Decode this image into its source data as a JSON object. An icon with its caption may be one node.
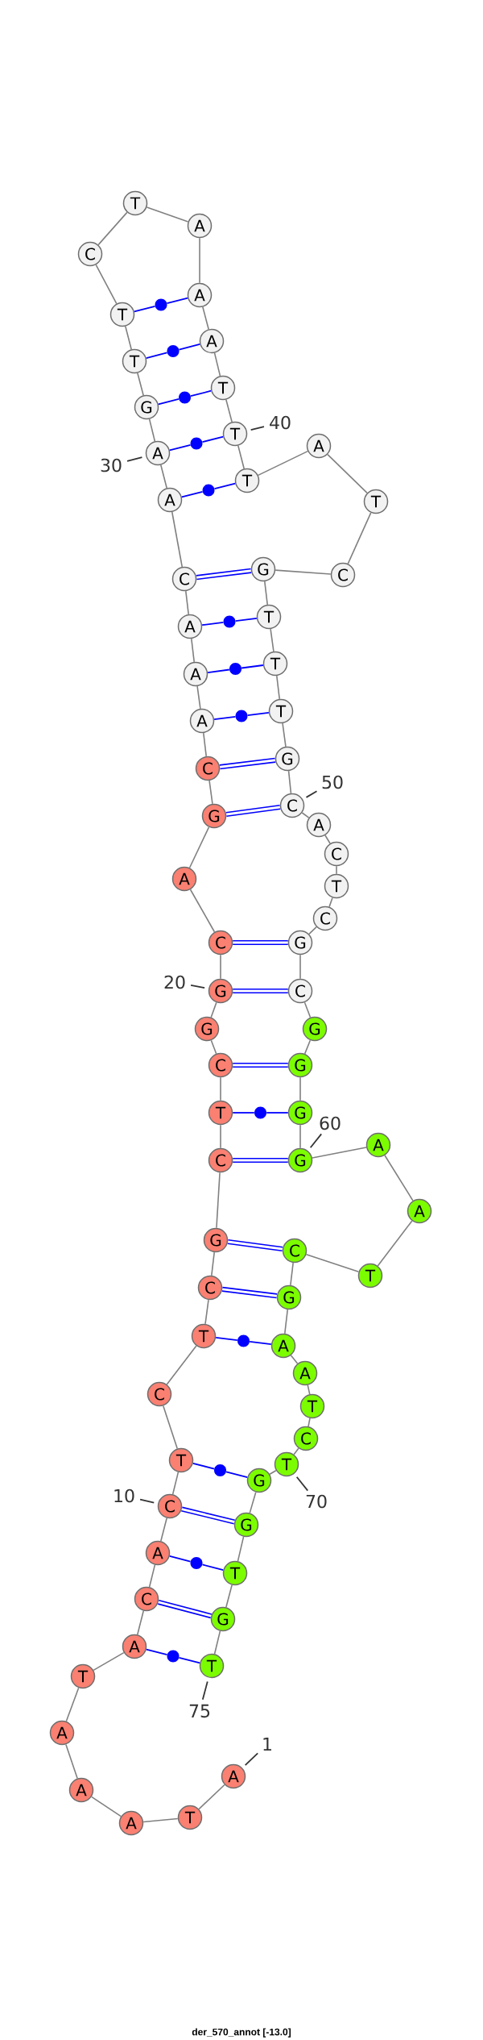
{
  "diagram": {
    "caption": "der_570_annot [-13.0]",
    "nodes": [
      {
        "text": [
          "A"
        ]
      },
      {
        "text": [
          "T"
        ]
      },
      {
        "text": [
          "A"
        ]
      },
      {
        "text": [
          "A"
        ]
      },
      {
        "text": [
          "A"
        ]
      },
      {
        "text": [
          "T"
        ]
      },
      {
        "text": [
          "A"
        ]
      },
      {
        "text": [
          "C"
        ]
      },
      {
        "text": [
          "A"
        ]
      },
      {
        "text": [
          "C"
        ]
      },
      {
        "text": [
          "T"
        ]
      },
      {
        "text": [
          "C"
        ]
      },
      {
        "text": [
          "T"
        ]
      },
      {
        "text": [
          "C"
        ]
      },
      {
        "text": [
          "G"
        ]
      },
      {
        "text": [
          "C"
        ]
      },
      {
        "text": [
          "T"
        ]
      },
      {
        "text": [
          "C"
        ]
      },
      {
        "text": [
          "G"
        ]
      },
      {
        "text": [
          "G"
        ]
      },
      {
        "text": [
          "C"
        ]
      },
      {
        "text": [
          "A"
        ]
      },
      {
        "text": [
          "G"
        ]
      },
      {
        "text": [
          "C"
        ]
      },
      {
        "text": [
          "A"
        ]
      },
      {
        "text": [
          "A"
        ]
      },
      {
        "text": [
          "A"
        ]
      },
      {
        "text": [
          "C"
        ]
      },
      {
        "text": [
          "A"
        ]
      },
      {
        "text": [
          "A"
        ]
      },
      {
        "text": [
          "G"
        ]
      },
      {
        "text": [
          "T"
        ]
      },
      {
        "text": [
          "T"
        ]
      },
      {
        "text": [
          "C"
        ]
      },
      {
        "text": [
          "T"
        ]
      },
      {
        "text": [
          "A"
        ]
      },
      {
        "text": [
          "A"
        ]
      },
      {
        "text": [
          "A"
        ]
      },
      {
        "text": [
          "T"
        ]
      },
      {
        "text": [
          "T"
        ]
      },
      {
        "text": [
          "T"
        ]
      },
      {
        "text": [
          "A"
        ]
      },
      {
        "text": [
          "T"
        ]
      },
      {
        "text": [
          "C"
        ]
      },
      {
        "text": [
          "G"
        ]
      },
      {
        "text": [
          "T"
        ]
      },
      {
        "text": [
          "T"
        ]
      },
      {
        "text": [
          "T"
        ]
      },
      {
        "text": [
          "G"
        ]
      },
      {
        "text": [
          "C"
        ]
      },
      {
        "text": [
          "A"
        ]
      },
      {
        "text": [
          "C"
        ]
      },
      {
        "text": [
          "T"
        ]
      },
      {
        "text": [
          "C"
        ]
      },
      {
        "text": [
          "G"
        ]
      },
      {
        "text": [
          "C"
        ]
      },
      {
        "text": [
          "G"
        ]
      },
      {
        "text": [
          "G"
        ]
      },
      {
        "text": [
          "G"
        ]
      },
      {
        "text": [
          "G"
        ]
      },
      {
        "text": [
          "A"
        ]
      },
      {
        "text": [
          "A"
        ]
      },
      {
        "text": [
          "T"
        ]
      },
      {
        "text": [
          "C"
        ]
      },
      {
        "text": [
          "G"
        ]
      },
      {
        "text": [
          "A"
        ]
      },
      {
        "text": [
          "A"
        ]
      },
      {
        "text": [
          "T"
        ]
      },
      {
        "text": [
          "C"
        ]
      },
      {
        "text": [
          "T"
        ]
      },
      {
        "text": [
          "G"
        ]
      },
      {
        "text": [
          "G"
        ]
      },
      {
        "text": [
          "T"
        ]
      },
      {
        "text": [
          "G"
        ]
      },
      {
        "text": [
          "T"
        ]
      },
      {
        "text": [],
        "shape": "circle"
      },
      {
        "text": [],
        "shape": "circle"
      },
      {
        "text": [],
        "shape": "circle"
      },
      {
        "text": [],
        "shape": "circle"
      },
      {
        "text": [],
        "shape": "circle"
      },
      {
        "text": [],
        "shape": "circle"
      },
      {
        "text": [],
        "shape": "circle"
      },
      {
        "text": [],
        "shape": "circle"
      },
      {
        "text": [],
        "shape": "circle"
      },
      {
        "text": [],
        "shape": "circle"
      },
      {
        "text": [],
        "shape": "circle"
      },
      {
        "text": [],
        "shape": "circle"
      },
      {
        "text": [],
        "shape": "circle"
      },
      {
        "text": [
          "40"
        ]
      },
      {
        "text": [
          "30"
        ]
      },
      {
        "text": [
          "50"
        ]
      },
      {
        "text": [
          "20"
        ]
      },
      {
        "text": [
          "60"
        ]
      },
      {
        "text": [
          "10"
        ]
      },
      {
        "text": [
          "70"
        ]
      },
      {
        "text": [
          "75"
        ]
      },
      {
        "text": [
          "1"
        ]
      }
    ],
    "edges": [
      {
        "from": 0,
        "to": 1,
        "arrow": "none"
      },
      {
        "from": 1,
        "to": 2,
        "arrow": "none"
      },
      {
        "from": 2,
        "to": 3,
        "arrow": "none"
      },
      {
        "from": 3,
        "to": 4,
        "arrow": "none"
      },
      {
        "from": 4,
        "to": 5,
        "arrow": "none"
      },
      {
        "from": 5,
        "to": 6,
        "arrow": "none"
      },
      {
        "from": 6,
        "to": 7,
        "arrow": "none"
      },
      {
        "from": 7,
        "to": 8,
        "arrow": "none"
      },
      {
        "from": 8,
        "to": 9,
        "arrow": "none"
      },
      {
        "from": 9,
        "to": 10,
        "arrow": "none"
      },
      {
        "from": 10,
        "to": 11,
        "arrow": "none"
      },
      {
        "from": 11,
        "to": 12,
        "arrow": "none"
      },
      {
        "from": 12,
        "to": 13,
        "arrow": "none"
      },
      {
        "from": 13,
        "to": 14,
        "arrow": "none"
      },
      {
        "from": 14,
        "to": 15,
        "arrow": "none"
      },
      {
        "from": 15,
        "to": 16,
        "arrow": "none"
      },
      {
        "from": 16,
        "to": 17,
        "arrow": "none"
      },
      {
        "from": 17,
        "to": 18,
        "arrow": "none"
      },
      {
        "from": 18,
        "to": 19,
        "arrow": "none"
      },
      {
        "from": 19,
        "to": 20,
        "arrow": "none"
      },
      {
        "from": 20,
        "to": 21,
        "arrow": "none"
      },
      {
        "from": 21,
        "to": 22,
        "arrow": "none"
      },
      {
        "from": 22,
        "to": 23,
        "arrow": "none"
      },
      {
        "from": 23,
        "to": 24,
        "arrow": "none"
      },
      {
        "from": 24,
        "to": 25,
        "arrow": "none"
      },
      {
        "from": 25,
        "to": 26,
        "arrow": "none"
      },
      {
        "from": 26,
        "to": 27,
        "arrow": "none"
      },
      {
        "from": 27,
        "to": 28,
        "arrow": "none"
      },
      {
        "from": 28,
        "to": 29,
        "arrow": "none"
      },
      {
        "from": 29,
        "to": 30,
        "arrow": "none"
      },
      {
        "from": 30,
        "to": 31,
        "arrow": "none"
      },
      {
        "from": 31,
        "to": 32,
        "arrow": "none"
      },
      {
        "from": 32,
        "to": 33,
        "arrow": "none"
      },
      {
        "from": 33,
        "to": 34,
        "arrow": "none"
      },
      {
        "from": 34,
        "to": 35,
        "arrow": "none"
      },
      {
        "from": 35,
        "to": 36,
        "arrow": "none"
      },
      {
        "from": 36,
        "to": 37,
        "arrow": "none"
      },
      {
        "from": 37,
        "to": 38,
        "arrow": "none"
      },
      {
        "from": 38,
        "to": 39,
        "arrow": "none"
      },
      {
        "from": 39,
        "to": 40,
        "arrow": "none"
      },
      {
        "from": 40,
        "to": 41,
        "arrow": "none"
      },
      {
        "from": 41,
        "to": 42,
        "arrow": "none"
      },
      {
        "from": 42,
        "to": 43,
        "arrow": "none"
      },
      {
        "from": 43,
        "to": 44,
        "arrow": "none"
      },
      {
        "from": 44,
        "to": 45,
        "arrow": "none"
      },
      {
        "from": 45,
        "to": 46,
        "arrow": "none"
      },
      {
        "from": 46,
        "to": 47,
        "arrow": "none"
      },
      {
        "from": 47,
        "to": 48,
        "arrow": "none"
      },
      {
        "from": 48,
        "to": 49,
        "arrow": "none"
      },
      {
        "from": 49,
        "to": 50,
        "arrow": "none"
      },
      {
        "from": 50,
        "to": 51,
        "arrow": "none"
      },
      {
        "from": 51,
        "to": 52,
        "arrow": "none"
      },
      {
        "from": 52,
        "to": 53,
        "arrow": "none"
      },
      {
        "from": 53,
        "to": 54,
        "arrow": "none"
      },
      {
        "from": 54,
        "to": 55,
        "arrow": "none"
      },
      {
        "from": 55,
        "to": 56,
        "arrow": "none"
      },
      {
        "from": 56,
        "to": 57,
        "arrow": "none"
      },
      {
        "from": 57,
        "to": 58,
        "arrow": "none"
      },
      {
        "from": 58,
        "to": 59,
        "arrow": "none"
      },
      {
        "from": 59,
        "to": 60,
        "arrow": "none"
      },
      {
        "from": 60,
        "to": 61,
        "arrow": "none"
      },
      {
        "from": 61,
        "to": 62,
        "arrow": "none"
      },
      {
        "from": 62,
        "to": 63,
        "arrow": "none"
      },
      {
        "from": 63,
        "to": 64,
        "arrow": "none"
      },
      {
        "from": 64,
        "to": 65,
        "arrow": "none"
      },
      {
        "from": 65,
        "to": 66,
        "arrow": "none"
      },
      {
        "from": 66,
        "to": 67,
        "arrow": "none"
      },
      {
        "from": 67,
        "to": 68,
        "arrow": "none"
      },
      {
        "from": 68,
        "to": 69,
        "arrow": "none"
      },
      {
        "from": 69,
        "to": 70,
        "arrow": "none"
      },
      {
        "from": 70,
        "to": 71,
        "arrow": "none"
      },
      {
        "from": 71,
        "to": 72,
        "arrow": "none"
      },
      {
        "from": 72,
        "to": 73,
        "arrow": "none"
      },
      {
        "from": 73,
        "to": 74,
        "arrow": "none"
      },
      {
        "from": 7,
        "to": 73,
        "arrow": "none",
        "style": "thick",
        "color": "#0000ff"
      },
      {
        "from": 9,
        "to": 71,
        "arrow": "none",
        "style": "thick",
        "color": "#0000ff"
      },
      {
        "from": 13,
        "to": 64,
        "arrow": "none",
        "style": "thick",
        "color": "#0000ff"
      },
      {
        "from": 14,
        "to": 63,
        "arrow": "none",
        "style": "thick",
        "color": "#0000ff"
      },
      {
        "from": 15,
        "to": 59,
        "arrow": "none",
        "style": "thick",
        "color": "#0000ff"
      },
      {
        "from": 17,
        "to": 57,
        "arrow": "none",
        "style": "thick",
        "color": "#0000ff"
      },
      {
        "from": 19,
        "to": 55,
        "arrow": "none",
        "style": "thick",
        "color": "#0000ff"
      },
      {
        "from": 20,
        "to": 54,
        "arrow": "none",
        "style": "thick",
        "color": "#0000ff"
      },
      {
        "from": 22,
        "to": 49,
        "arrow": "none",
        "style": "thick",
        "color": "#0000ff"
      },
      {
        "from": 23,
        "to": 48,
        "arrow": "none",
        "style": "thick",
        "color": "#0000ff"
      },
      {
        "from": 27,
        "to": 44,
        "arrow": "none",
        "style": "thick",
        "color": "#0000ff"
      },
      {
        "from": 32,
        "to": 75,
        "arrow": "none",
        "color": "#0000ff"
      },
      {
        "from": 75,
        "to": 36,
        "arrow": "none",
        "color": "#0000ff"
      },
      {
        "from": 31,
        "to": 76,
        "arrow": "none",
        "color": "#0000ff"
      },
      {
        "from": 76,
        "to": 37,
        "arrow": "none",
        "color": "#0000ff"
      },
      {
        "from": 30,
        "to": 77,
        "arrow": "none",
        "color": "#0000ff"
      },
      {
        "from": 77,
        "to": 38,
        "arrow": "none",
        "color": "#0000ff"
      },
      {
        "from": 29,
        "to": 78,
        "arrow": "none",
        "color": "#0000ff"
      },
      {
        "from": 78,
        "to": 39,
        "arrow": "none",
        "color": "#0000ff"
      },
      {
        "from": 28,
        "to": 79,
        "arrow": "none",
        "color": "#0000ff"
      },
      {
        "from": 79,
        "to": 40,
        "arrow": "none",
        "color": "#0000ff"
      },
      {
        "from": 26,
        "to": 80,
        "arrow": "none",
        "color": "#0000ff"
      },
      {
        "from": 80,
        "to": 45,
        "arrow": "none",
        "color": "#0000ff"
      },
      {
        "from": 25,
        "to": 81,
        "arrow": "none",
        "color": "#0000ff"
      },
      {
        "from": 81,
        "to": 46,
        "arrow": "none",
        "color": "#0000ff"
      },
      {
        "from": 24,
        "to": 82,
        "arrow": "none",
        "color": "#0000ff"
      },
      {
        "from": 82,
        "to": 47,
        "arrow": "none",
        "color": "#0000ff"
      },
      {
        "from": 16,
        "to": 83,
        "arrow": "none",
        "color": "#0000ff"
      },
      {
        "from": 83,
        "to": 58,
        "arrow": "none",
        "color": "#0000ff"
      },
      {
        "from": 12,
        "to": 84,
        "arrow": "none",
        "color": "#0000ff"
      },
      {
        "from": 84,
        "to": 65,
        "arrow": "none",
        "color": "#0000ff"
      },
      {
        "from": 10,
        "to": 85,
        "arrow": "none",
        "color": "#0000ff"
      },
      {
        "from": 85,
        "to": 70,
        "arrow": "none",
        "color": "#0000ff"
      },
      {
        "from": 8,
        "to": 86,
        "arrow": "none",
        "color": "#0000ff"
      },
      {
        "from": 86,
        "to": 72,
        "arrow": "none",
        "color": "#0000ff"
      },
      {
        "from": 6,
        "to": 87,
        "arrow": "none",
        "color": "#0000ff"
      },
      {
        "from": 87,
        "to": 74,
        "arrow": "none",
        "color": "#0000ff"
      },
      {
        "from": 88,
        "to": 39,
        "arrow": "none",
        "color": "#333333"
      },
      {
        "from": 89,
        "to": 29,
        "arrow": "none",
        "color": "#333333"
      },
      {
        "from": 90,
        "to": 49,
        "arrow": "none",
        "color": "#333333"
      },
      {
        "from": 91,
        "to": 19,
        "arrow": "none",
        "color": "#333333"
      },
      {
        "from": 92,
        "to": 59,
        "arrow": "none",
        "color": "#333333"
      },
      {
        "from": 93,
        "to": 9,
        "arrow": "none",
        "color": "#333333"
      },
      {
        "from": 94,
        "to": 69,
        "arrow": "none",
        "color": "#333333"
      },
      {
        "from": 95,
        "to": 74,
        "arrow": "none",
        "color": "#333333"
      },
      {
        "from": 96,
        "to": 0,
        "arrow": "none",
        "color": "#333333"
      }
    ]
  }
}
